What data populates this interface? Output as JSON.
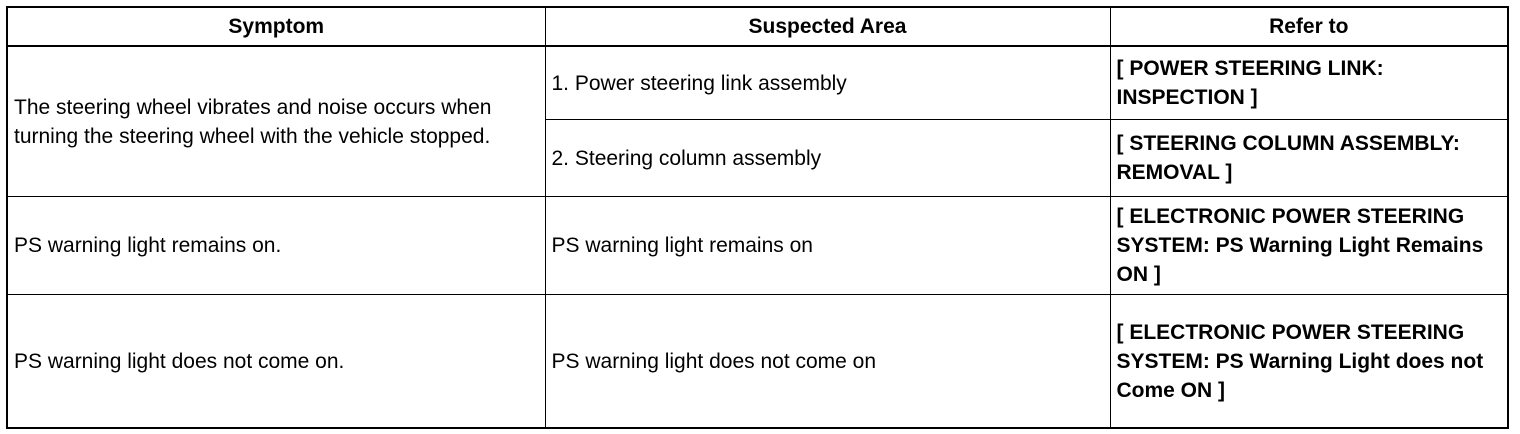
{
  "table": {
    "headers": [
      "Symptom",
      "Suspected Area",
      "Refer to"
    ],
    "rows": [
      {
        "symptom": "The steering wheel vibrates and noise occurs when turning the steering wheel with the vehicle stopped.",
        "areas": [
          {
            "area": "1. Power steering link assembly",
            "refer": "[ POWER STEERING LINK: INSPECTION ]"
          },
          {
            "area": "2. Steering column assembly",
            "refer": "[ STEERING COLUMN ASSEMBLY: REMOVAL ]"
          }
        ]
      },
      {
        "symptom": "PS warning light remains on.",
        "areas": [
          {
            "area": "PS warning light remains on",
            "refer": "[ ELECTRONIC POWER STEERING SYSTEM: PS Warning Light Remains ON ]"
          }
        ]
      },
      {
        "symptom": "PS warning light does not come on.",
        "areas": [
          {
            "area": "PS warning light does not come on",
            "refer": "[ ELECTRONIC POWER STEERING SYSTEM: PS Warning Light does not Come ON ]"
          }
        ]
      }
    ]
  }
}
